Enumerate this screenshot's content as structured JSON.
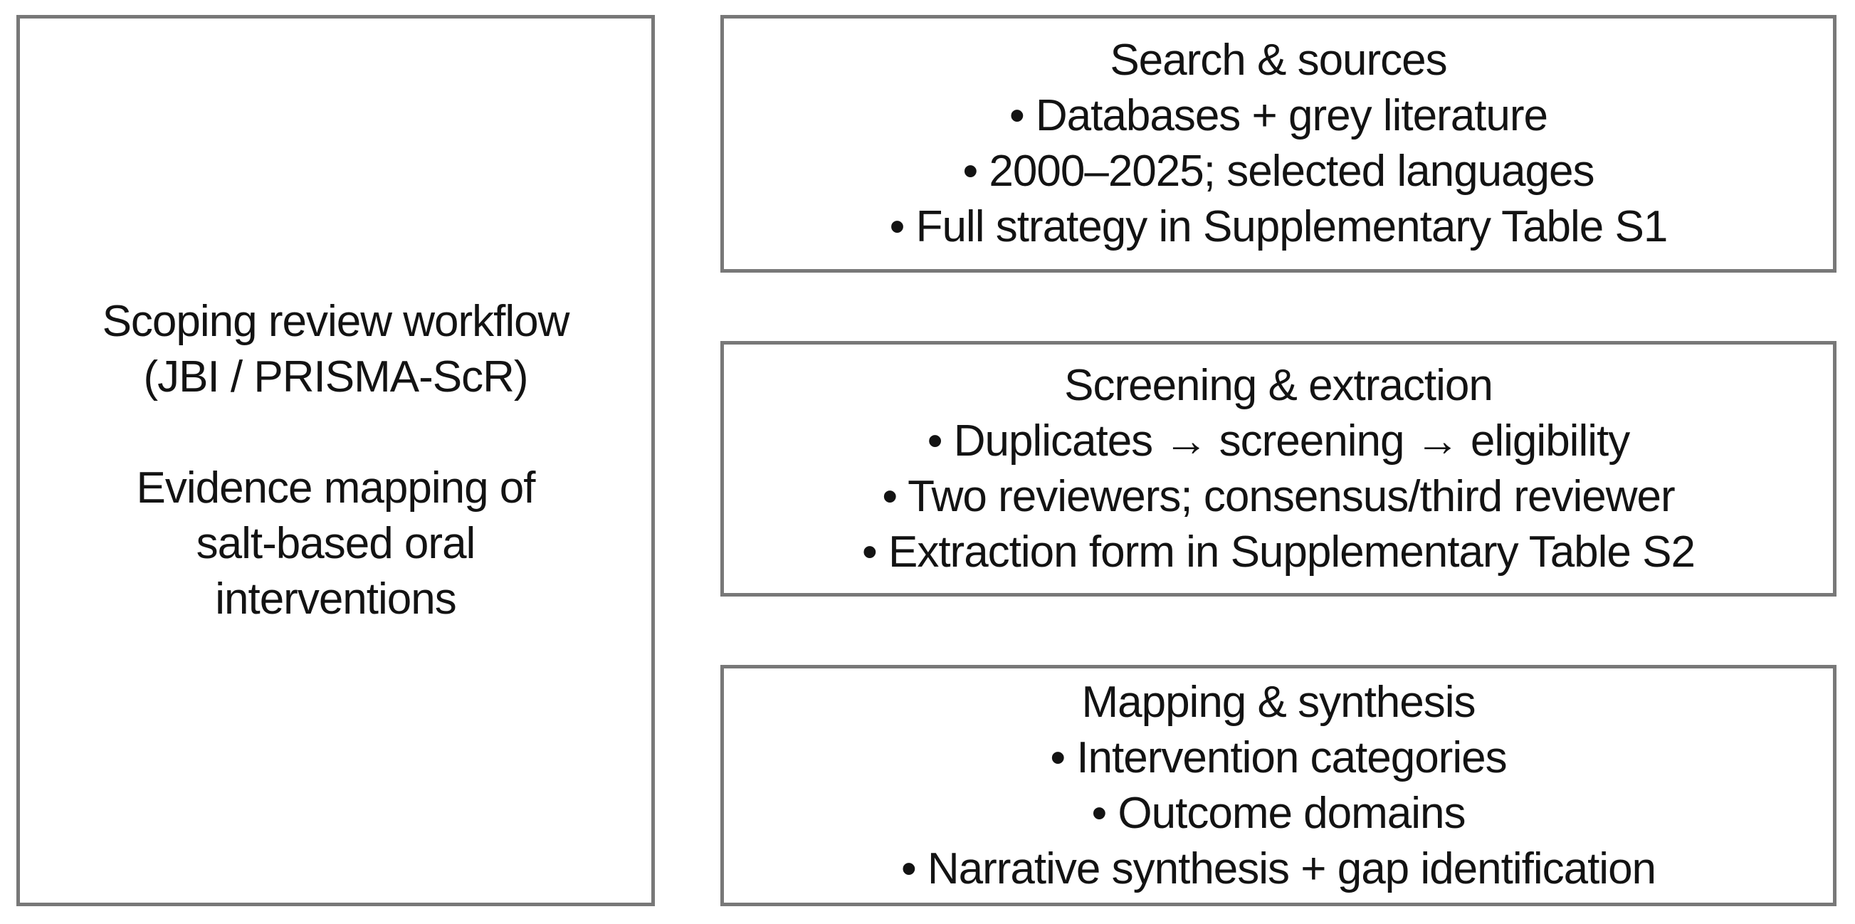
{
  "figure": {
    "background_color": "#ffffff",
    "border_color": "#787878",
    "text_color": "#131313"
  },
  "left_panel": {
    "title_lines": [
      "Scoping review workflow",
      "(JBI / PRISMA-ScR)"
    ],
    "subtitle_lines": [
      "Evidence mapping of",
      "salt-based oral",
      "interventions"
    ]
  },
  "stages": [
    {
      "title": "Search & sources",
      "bullets": [
        "• Databases + grey literature",
        "• 2000–2025; selected languages",
        "• Full strategy in Supplementary Table S1"
      ]
    },
    {
      "title": "Screening & extraction",
      "bullets": [
        "• Duplicates → screening → eligibility",
        "• Two reviewers; consensus/third reviewer",
        "• Extraction form in Supplementary Table S2"
      ]
    },
    {
      "title": "Mapping & synthesis",
      "bullets": [
        "• Intervention categories",
        "• Outcome domains",
        "• Narrative synthesis + gap identification"
      ]
    }
  ]
}
